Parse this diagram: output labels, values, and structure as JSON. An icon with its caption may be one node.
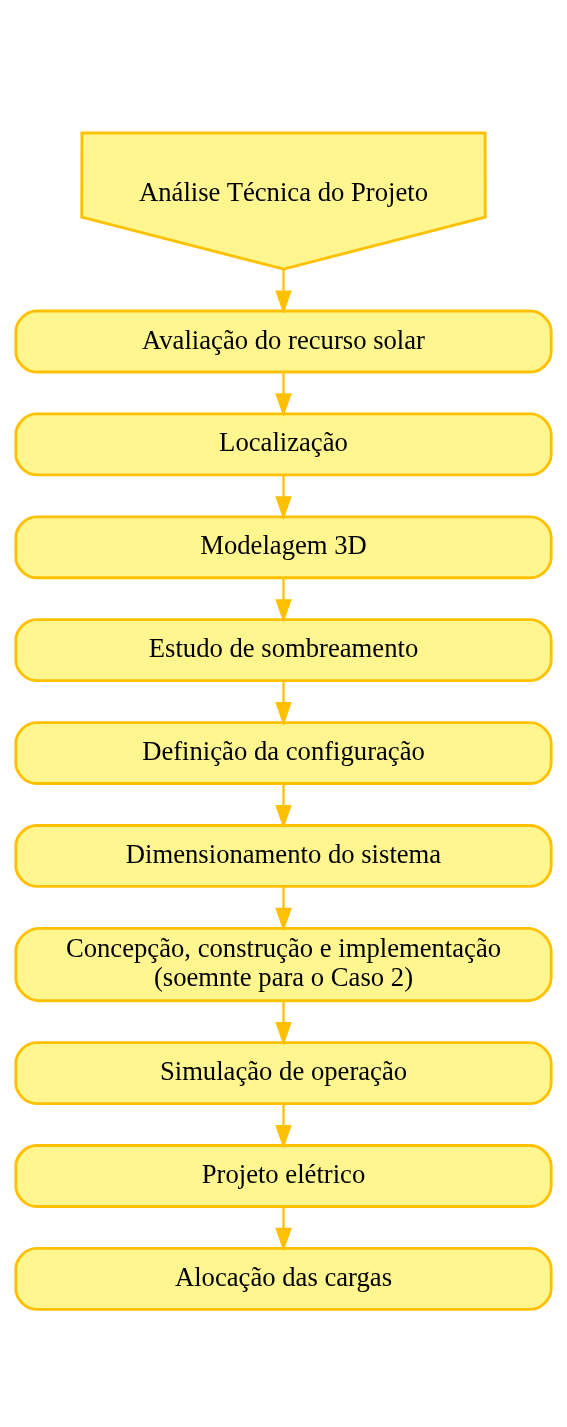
{
  "diagram": {
    "nodes": [
      {
        "text": [
          "Análise Técnica do Projeto"
        ]
      },
      {
        "text": [
          "Avaliação do recurso solar"
        ]
      },
      {
        "text": [
          "Localização"
        ]
      },
      {
        "text": [
          "Modelagem 3D"
        ]
      },
      {
        "text": [
          "Estudo de sombreamento"
        ]
      },
      {
        "text": [
          "Definição da configuração"
        ]
      },
      {
        "text": [
          "Dimensionamento do sistema"
        ]
      },
      {
        "text": [
          "Concepção, construção e implementação (soemnte para o Caso 2)"
        ]
      },
      {
        "text": [
          "Simulação de operação"
        ]
      },
      {
        "text": [
          "Projeto elétrico"
        ]
      },
      {
        "text": [
          "Alocação das cargas"
        ]
      }
    ],
    "edges": [
      {
        "from": 0,
        "to": 1,
        "arrow": "to"
      },
      {
        "from": 1,
        "to": 2,
        "arrow": "to"
      },
      {
        "from": 2,
        "to": 3,
        "arrow": "to"
      },
      {
        "from": 3,
        "to": 4,
        "arrow": "to"
      },
      {
        "from": 4,
        "to": 5,
        "arrow": "to"
      },
      {
        "from": 5,
        "to": 6,
        "arrow": "to"
      },
      {
        "from": 6,
        "to": 7,
        "arrow": "to"
      },
      {
        "from": 7,
        "to": 8,
        "arrow": "to"
      },
      {
        "from": 8,
        "to": 9,
        "arrow": "to"
      },
      {
        "from": 9,
        "to": 10,
        "arrow": "to"
      }
    ]
  }
}
